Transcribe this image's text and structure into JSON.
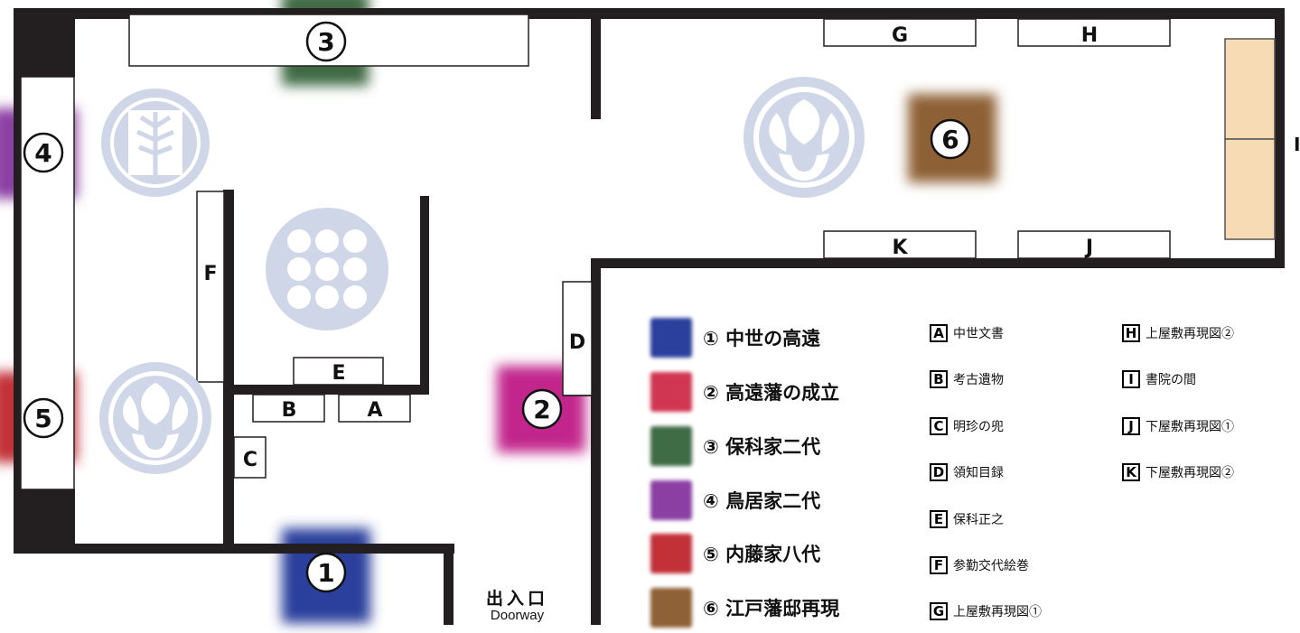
{
  "doorway": {
    "jp": "出入口",
    "en": "Doorway"
  },
  "edge_glyph": "I",
  "map_zones": [
    {
      "number": "1",
      "color": "#2b3f9c"
    },
    {
      "number": "2",
      "color": "#c2278d"
    },
    {
      "number": "3",
      "color": "#3f6b45"
    },
    {
      "number": "4",
      "color": "#8b3fa3"
    },
    {
      "number": "5",
      "color": "#c23038"
    },
    {
      "number": "6",
      "color": "#8e6136"
    }
  ],
  "exhibits_on_map": [
    "A",
    "B",
    "C",
    "D",
    "E",
    "F",
    "G",
    "H",
    "J",
    "K"
  ],
  "crests": [
    "crest-tree-circle",
    "crest-paulownia-circle",
    "crest-nine-circles",
    "crest-paulownia-circle",
    "crest-paulownia-circle"
  ],
  "zone_legend": [
    {
      "marker": "①",
      "label": "中世の高遠",
      "color": "#2b3f9c"
    },
    {
      "marker": "②",
      "label": "高遠藩の成立",
      "color": "#d03552"
    },
    {
      "marker": "③",
      "label": "保科家二代",
      "color": "#3f6b45"
    },
    {
      "marker": "④",
      "label": "鳥居家二代",
      "color": "#8b3fa3"
    },
    {
      "marker": "⑤",
      "label": "内藤家八代",
      "color": "#c23038"
    },
    {
      "marker": "⑥",
      "label": "江戸藩邸再現",
      "color": "#8e6136"
    }
  ],
  "exhibit_legend": [
    {
      "key": "A",
      "label": "中世文書"
    },
    {
      "key": "B",
      "label": "考古遺物"
    },
    {
      "key": "C",
      "label": "明珍の兜"
    },
    {
      "key": "D",
      "label": "領知目録"
    },
    {
      "key": "E",
      "label": "保科正之"
    },
    {
      "key": "F",
      "label": "参勤交代絵巻"
    },
    {
      "key": "G",
      "label": "上屋敷再現図①"
    },
    {
      "key": "H",
      "label": "上屋敷再現図②"
    },
    {
      "key": "I",
      "label": "書院の間"
    },
    {
      "key": "J",
      "label": "下屋敷再現図①"
    },
    {
      "key": "K",
      "label": "下屋敷再現図②"
    }
  ]
}
